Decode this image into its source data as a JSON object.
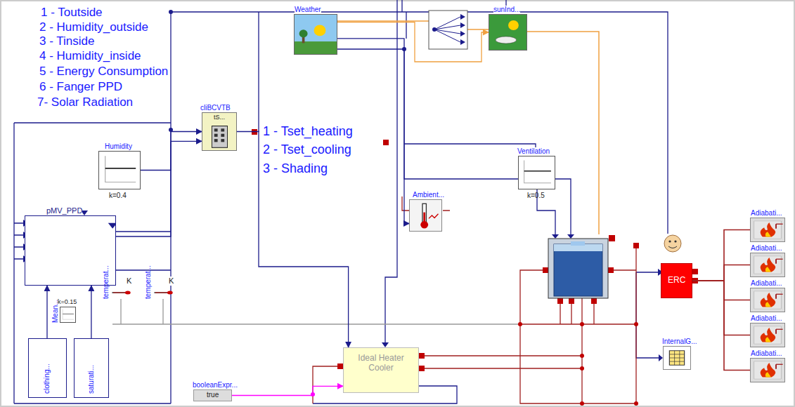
{
  "diagram": {
    "nodes": [
      {
        "text": [
          "cliBCVTB",
          "tS..."
        ]
      },
      {
        "text": [
          "Humidity",
          "k=0.4"
        ]
      },
      {
        "text": [
          "pMV_PPD"
        ]
      },
      {
        "text": [
          "Weather"
        ]
      },
      {
        "text": [
          "sunInd..."
        ]
      },
      {
        "text": [
          "Ventilation",
          "k=0.5"
        ]
      },
      {
        "text": [
          "Ambient..."
        ]
      },
      {
        "text": [
          "ERC"
        ]
      },
      {
        "text": [
          "Adiabati..."
        ]
      },
      {
        "text": [
          "Adiabati..."
        ]
      },
      {
        "text": [
          "Adiabati..."
        ]
      },
      {
        "text": [
          "Adiabati..."
        ]
      },
      {
        "text": [
          "Adiabati..."
        ]
      },
      {
        "text": [
          "InternalG..."
        ]
      },
      {
        "text": [
          "Ideal Heater Cooler"
        ]
      },
      {
        "text": [
          "booleanExpr...",
          "true"
        ]
      },
      {
        "text": [
          "Mean...",
          "k=0.15"
        ]
      },
      {
        "text": [
          "temperat...",
          "K"
        ]
      },
      {
        "text": [
          "temperat...",
          "K"
        ]
      },
      {
        "text": [
          "clothing..."
        ]
      },
      {
        "text": [
          "saturati..."
        ]
      }
    ],
    "edges": [
      {
        "from": 1,
        "to": 0,
        "arrow": "to"
      },
      {
        "from": 2,
        "to": 0,
        "arrow": "to"
      },
      {
        "from": 0,
        "to": 14,
        "arrow": "to"
      },
      {
        "from": 15,
        "to": 14,
        "arrow": "to"
      },
      {
        "from": 19,
        "to": 2,
        "arrow": "to"
      },
      {
        "from": 20,
        "to": 2,
        "arrow": "to"
      },
      {
        "from": 3,
        "to": 4,
        "arrow": "to"
      },
      {
        "from": 3,
        "to": 6,
        "arrow": "to"
      },
      {
        "from": 7,
        "to": 8,
        "arrow": "none"
      },
      {
        "from": 7,
        "to": 9,
        "arrow": "none"
      },
      {
        "from": 7,
        "to": 10,
        "arrow": "none"
      },
      {
        "from": 7,
        "to": 11,
        "arrow": "none"
      },
      {
        "from": 7,
        "to": 12,
        "arrow": "none"
      }
    ],
    "labels": [
      "1 - Toutside",
      "2 - Humidity_outside",
      "3 - Tinside",
      "4 - Humidity_inside",
      "5 - Energy Consumption",
      "6 - Fanger PPD",
      "7- Solar Radiation",
      "1 - Tset_heating",
      "2 - Tset_cooling",
      "3 - Shading"
    ]
  }
}
